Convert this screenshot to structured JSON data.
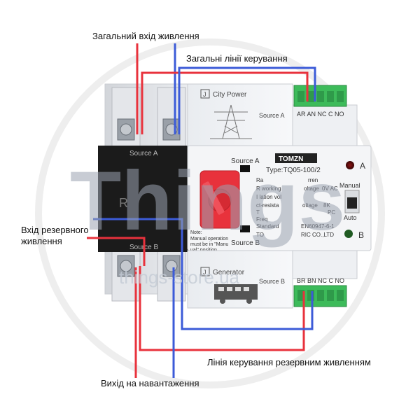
{
  "labels": {
    "main_input": "Загальний вхід живлення",
    "main_control": "Загальні лінії керування",
    "backup_input_line1": "Вхід резервного",
    "backup_input_line2": "живлення",
    "backup_control": "Лінія керування резервним живленням",
    "load_output": "Вихід на навантаження"
  },
  "device": {
    "brand_logo": "TOMZN",
    "type": "Type:TQ05-100/2",
    "city_power": "City Power",
    "generator": "Generator",
    "source_a": "Source A",
    "source_b": "Source B",
    "terminals_a": "AR AN NC C NO",
    "terminals_b": "BR BN NC C NO",
    "indicator_a": "A",
    "indicator_b": "B",
    "manual": "Manual",
    "auto": "Auto",
    "spec_line1": "Ra",
    "spec_line1b": "rren",
    "spec_line2": "R  working",
    "spec_line2b": "oltage",
    "spec_line2c": "0V AC",
    "spec_line3": "I  lation vol",
    "spec_line4": "ct-resista",
    "spec_line4b": "oltage",
    "spec_line4c": "8K",
    "spec_line5": "T",
    "spec_line5b": "PC",
    "spec_line6": "Freq",
    "spec_standard": "Standard",
    "spec_standard_val": "EN60947-6-1",
    "manufacturer": "TO",
    "manufacturer_b": "RIC CO.,LTD",
    "note_title": "Note:",
    "note_line1": "Manual operation",
    "note_line2": "must be in \"Manu",
    "note_line3": "ual\" position",
    "breaker_source_a": "Source A",
    "breaker_source_b": "Source B",
    "breaker_r": "R",
    "logo_left": "J",
    "logo_left_b": "J"
  },
  "watermark": {
    "main": "Things",
    "url": "things-store.ua"
  },
  "colors": {
    "red_wire": "#e8323c",
    "blue_wire": "#3c5bd8",
    "terminal_green": "#3dbb5a",
    "handle_red": "#e8323c",
    "breaker_black": "#1b1b1b"
  }
}
